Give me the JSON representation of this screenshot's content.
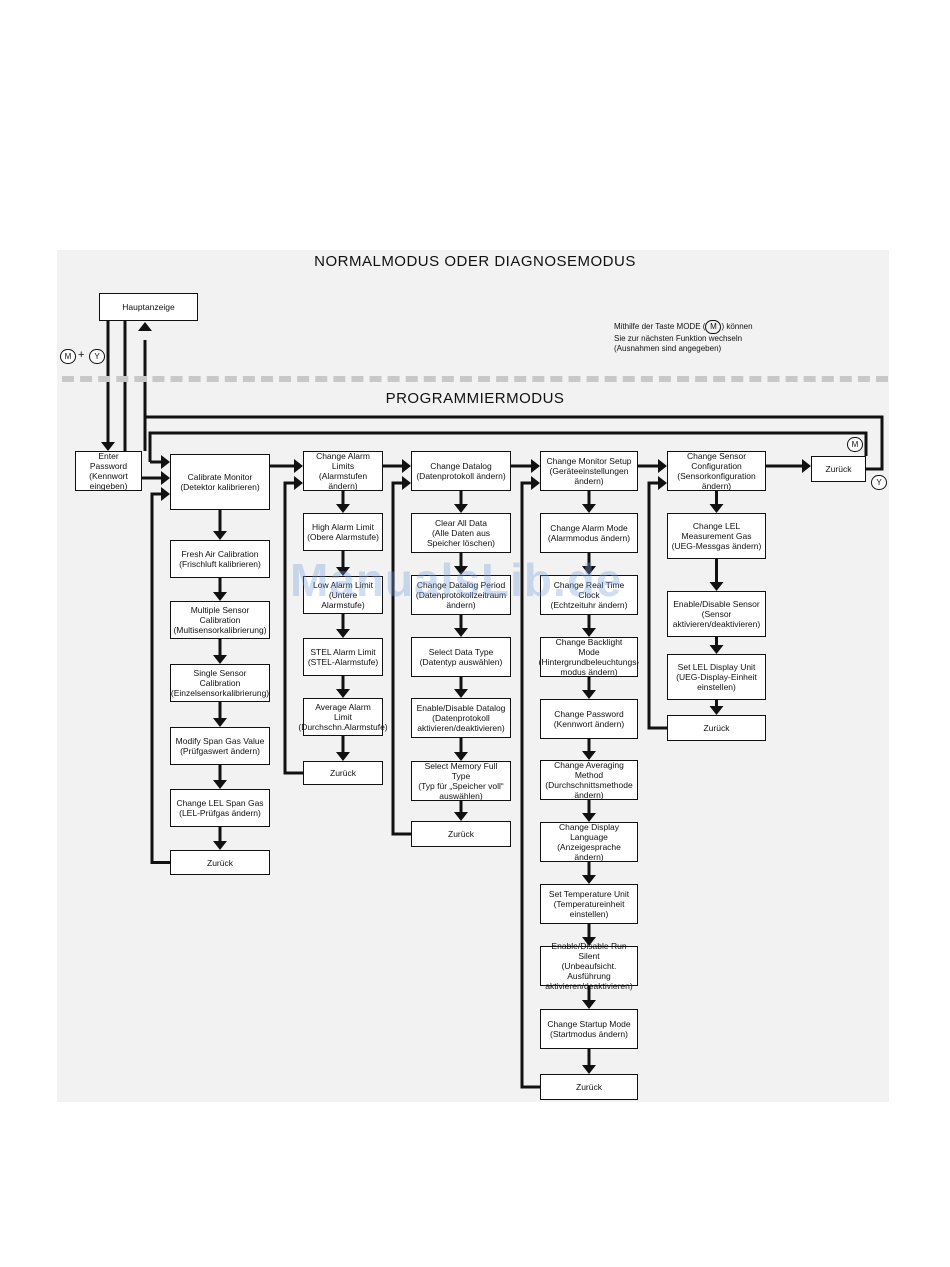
{
  "titles": {
    "normal": "NORMALMODUS ODER DIAGNOSEMODUS",
    "program": "PROGRAMMIERMODUS"
  },
  "note": {
    "line1_pre": "Mithilfe der Taste MODE (",
    "key": "M",
    "line1_post": ") können",
    "line2": "Sie zur nächsten Funktion wechseln",
    "line3": "(Ausnahmen sind angegeben)"
  },
  "keys": {
    "m": "M",
    "y": "Y",
    "plus": "+"
  },
  "watermark": "ManualsLib.de",
  "main_display": {
    "label": "Hauptanzeige"
  },
  "enter_password": {
    "en": "Enter Password",
    "de1": "(Kennwort",
    "de2": "eingeben)"
  },
  "zuruck_top": {
    "label": "Zurück"
  },
  "columns": [
    {
      "head": {
        "en": "Calibrate Monitor",
        "de": "(Detektor kalibrieren)"
      },
      "items": [
        {
          "en": "Fresh Air Calibration",
          "de": "(Frischluft kalibrieren)"
        },
        {
          "en": "Multiple Sensor Calibration",
          "de": "(Multisensorkalibrierung)"
        },
        {
          "en": "Single Sensor Calibration",
          "de": "(Einzelsensorkalibrierung)"
        },
        {
          "en": "Modify Span Gas Value",
          "de": "(Prüfgaswert ändern)"
        },
        {
          "en": "Change LEL Span Gas",
          "de": "(LEL-Prüfgas ändern)"
        }
      ],
      "back": "Zurück"
    },
    {
      "head": {
        "en": "Change Alarm Limits",
        "de": "(Alarmstufen ändern)"
      },
      "items": [
        {
          "en": "High Alarm Limit",
          "de": "(Obere Alarmstufe)"
        },
        {
          "en": "Low Alarm Limit",
          "de": "(Untere Alarmstufe)"
        },
        {
          "en": "STEL Alarm Limit",
          "de": "(STEL-Alarmstufe)"
        },
        {
          "en": "Average Alarm Limit",
          "de": "(Durchschn.Alarmstufe)"
        }
      ],
      "back": "Zurück"
    },
    {
      "head": {
        "en": "Change Datalog",
        "de": "(Datenprotokoll ändern)"
      },
      "items": [
        {
          "en": "Clear All Data",
          "de": "(Alle Daten aus Speicher löschen)"
        },
        {
          "en": "Change Datalog Period",
          "de": "(Datenprotokollzeitraum ändern)"
        },
        {
          "en": "Select Data Type",
          "de": "(Datentyp auswählen)"
        },
        {
          "en": "Enable/Disable Datalog",
          "de": "(Datenprotokoll aktivieren/deaktivieren)"
        },
        {
          "en": "Select Memory Full Type",
          "de": "(Typ für „Speicher voll“ auswählen)"
        }
      ],
      "back": "Zurück"
    },
    {
      "head": {
        "en": "Change Monitor Setup",
        "de": "(Geräteeinstellungen ändern)"
      },
      "items": [
        {
          "en": "Change Alarm Mode",
          "de": "(Alarmmodus ändern)"
        },
        {
          "en": "Change Real Time Clock",
          "de": "(Echtzeituhr ändern)"
        },
        {
          "en": "Change Backlight Mode",
          "de": "(Hintergrundbeleuchtungs-modus ändern)"
        },
        {
          "en": "Change Password",
          "de": "(Kennwort ändern)"
        },
        {
          "en": "Change Averaging Method",
          "de": "(Durchschnittsmethode ändern)"
        },
        {
          "en": "Change Display Language",
          "de": "(Anzeigesprache ändern)"
        },
        {
          "en": "Set Temperature Unit",
          "de": "(Temperatureinheit einstellen)"
        },
        {
          "en": "Enable/Disable Run Silent",
          "de": "(Unbeaufsicht. Ausführung aktivieren/deaktivieren)"
        },
        {
          "en": "Change Startup Mode",
          "de": "(Startmodus ändern)"
        }
      ],
      "back": "Zurück"
    },
    {
      "head": {
        "en": "Change Sensor Configuration",
        "de": "(Sensorkonfiguration ändern)"
      },
      "items": [
        {
          "en": "Change LEL Measurement Gas",
          "de": "(UEG-Messgas ändern)"
        },
        {
          "en": "Enable/Disable Sensor",
          "de": "(Sensor aktivieren/deaktivieren)"
        },
        {
          "en": "Set LEL Display Unit",
          "de": "(UEG-Display-Einheit einstellen)"
        }
      ],
      "back": "Zurück"
    }
  ]
}
